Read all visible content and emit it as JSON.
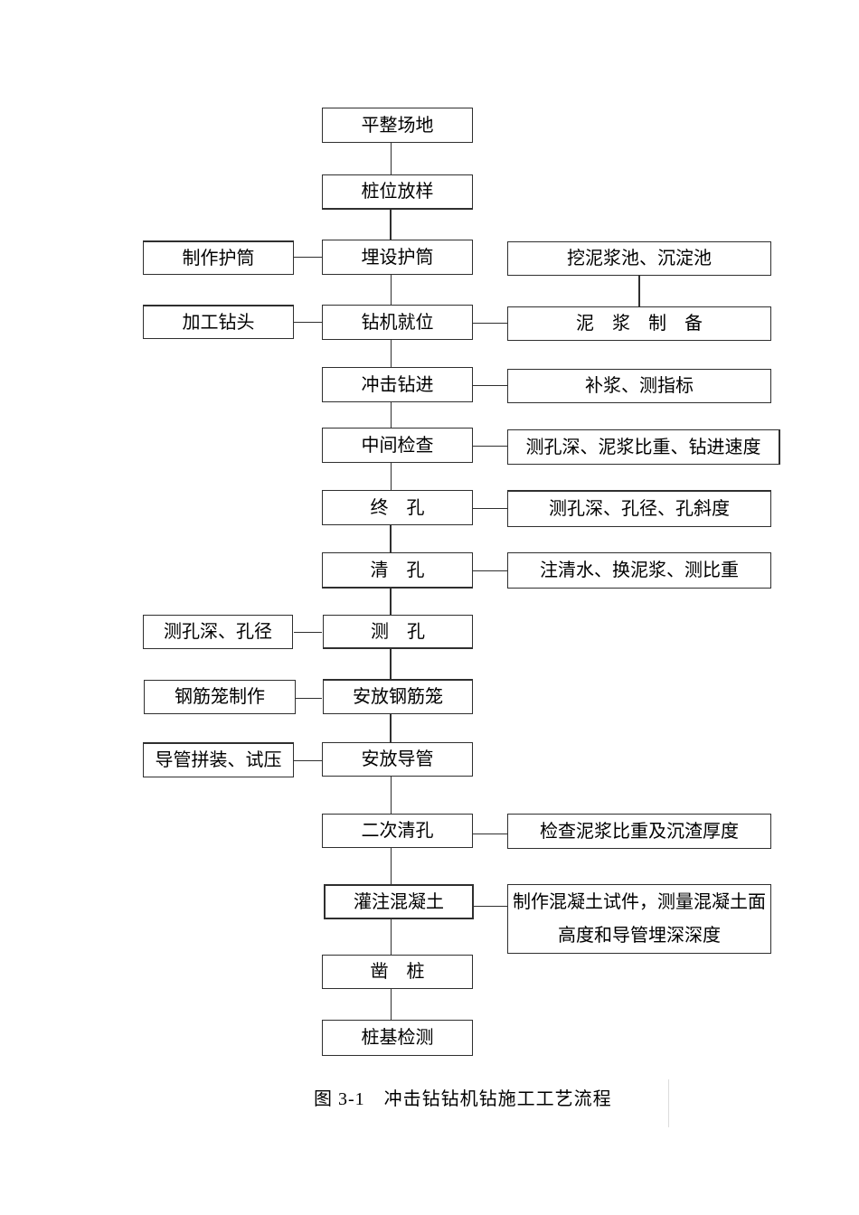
{
  "colors": {
    "border": "#2f2f2f",
    "background": "#ffffff",
    "faint_artifact_line": "#dcdcdc"
  },
  "caption": {
    "text": "图 3-1　冲击钻钻机钻施工工艺流程"
  },
  "flowchart": {
    "main": [
      "平整场地",
      "桩位放样",
      "埋设护筒",
      "钻机就位",
      "冲击钻进",
      "中间检查",
      "终　孔",
      "清　孔",
      "测　孔",
      "安放钢筋笼",
      "安放导管",
      "二次清孔",
      "灌注混凝土",
      "凿　桩",
      "桩基检测"
    ],
    "left": [
      "制作护筒",
      "加工钻头",
      "测孔深、孔径",
      "钢筋笼制作",
      "导管拼装、试压"
    ],
    "right": [
      "挖泥浆池、沉淀池",
      "泥　浆　制　备",
      "补浆、测指标",
      "测孔深、泥浆比重、钻进速度",
      "测孔深、孔径、孔斜度",
      "注清水、换泥浆、测比重",
      "检查泥浆比重及沉渣厚度",
      "制作混凝土试件，测量混凝土面高度和导管埋深深度"
    ]
  }
}
